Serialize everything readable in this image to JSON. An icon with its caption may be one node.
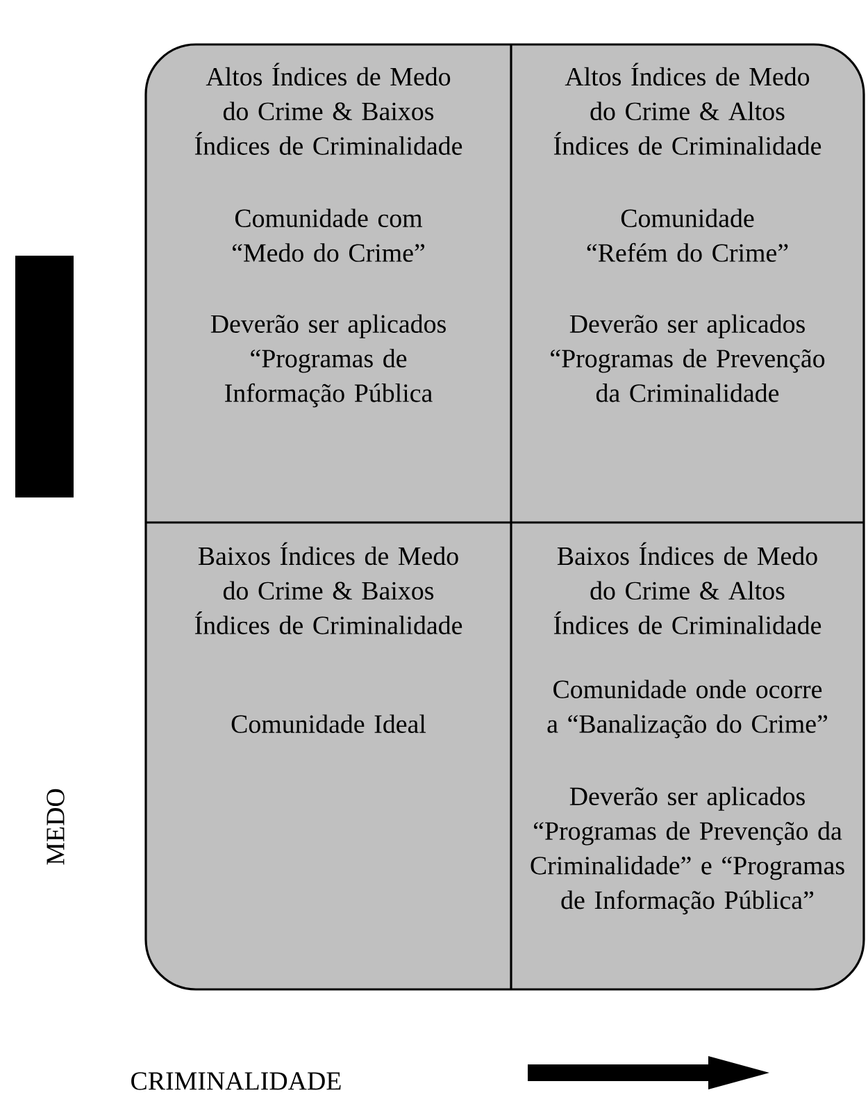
{
  "diagram": {
    "nodes": [
      {
        "text": [],
        "shape": "box"
      },
      {
        "text": [
          "Altos Índices de Medo do Crime & Baixos Índices de Criminalidade",
          "Comunidade com “Medo do Crime”",
          "Deverão ser aplicados “Programas de Informação Pública"
        ],
        "in": 0
      },
      {
        "text": [
          "Altos Índices de Medo do Crime & Altos Índices de Criminalidade",
          "Comunidade “Refém do Crime”",
          "Deverão ser aplicados “Programas de Prevenção da Criminalidade"
        ],
        "in": 0
      },
      {
        "text": [
          "Baixos Índices de Medo do Crime & Baixos Índices de Criminalidade",
          "Comunidade Ideal"
        ],
        "in": 0
      },
      {
        "text": [
          "Baixos Índices de Medo do Crime & Altos Índices de Criminalidade",
          "Comunidade onde ocorre a “Banalização do Crime”",
          "Deverão ser aplicados “Programas de Prevenção da Criminalidade” e “Programas de Informação Pública”"
        ],
        "in": 0
      }
    ],
    "labels": [
      "MEDO",
      "CRIMINALIDADE"
    ]
  }
}
